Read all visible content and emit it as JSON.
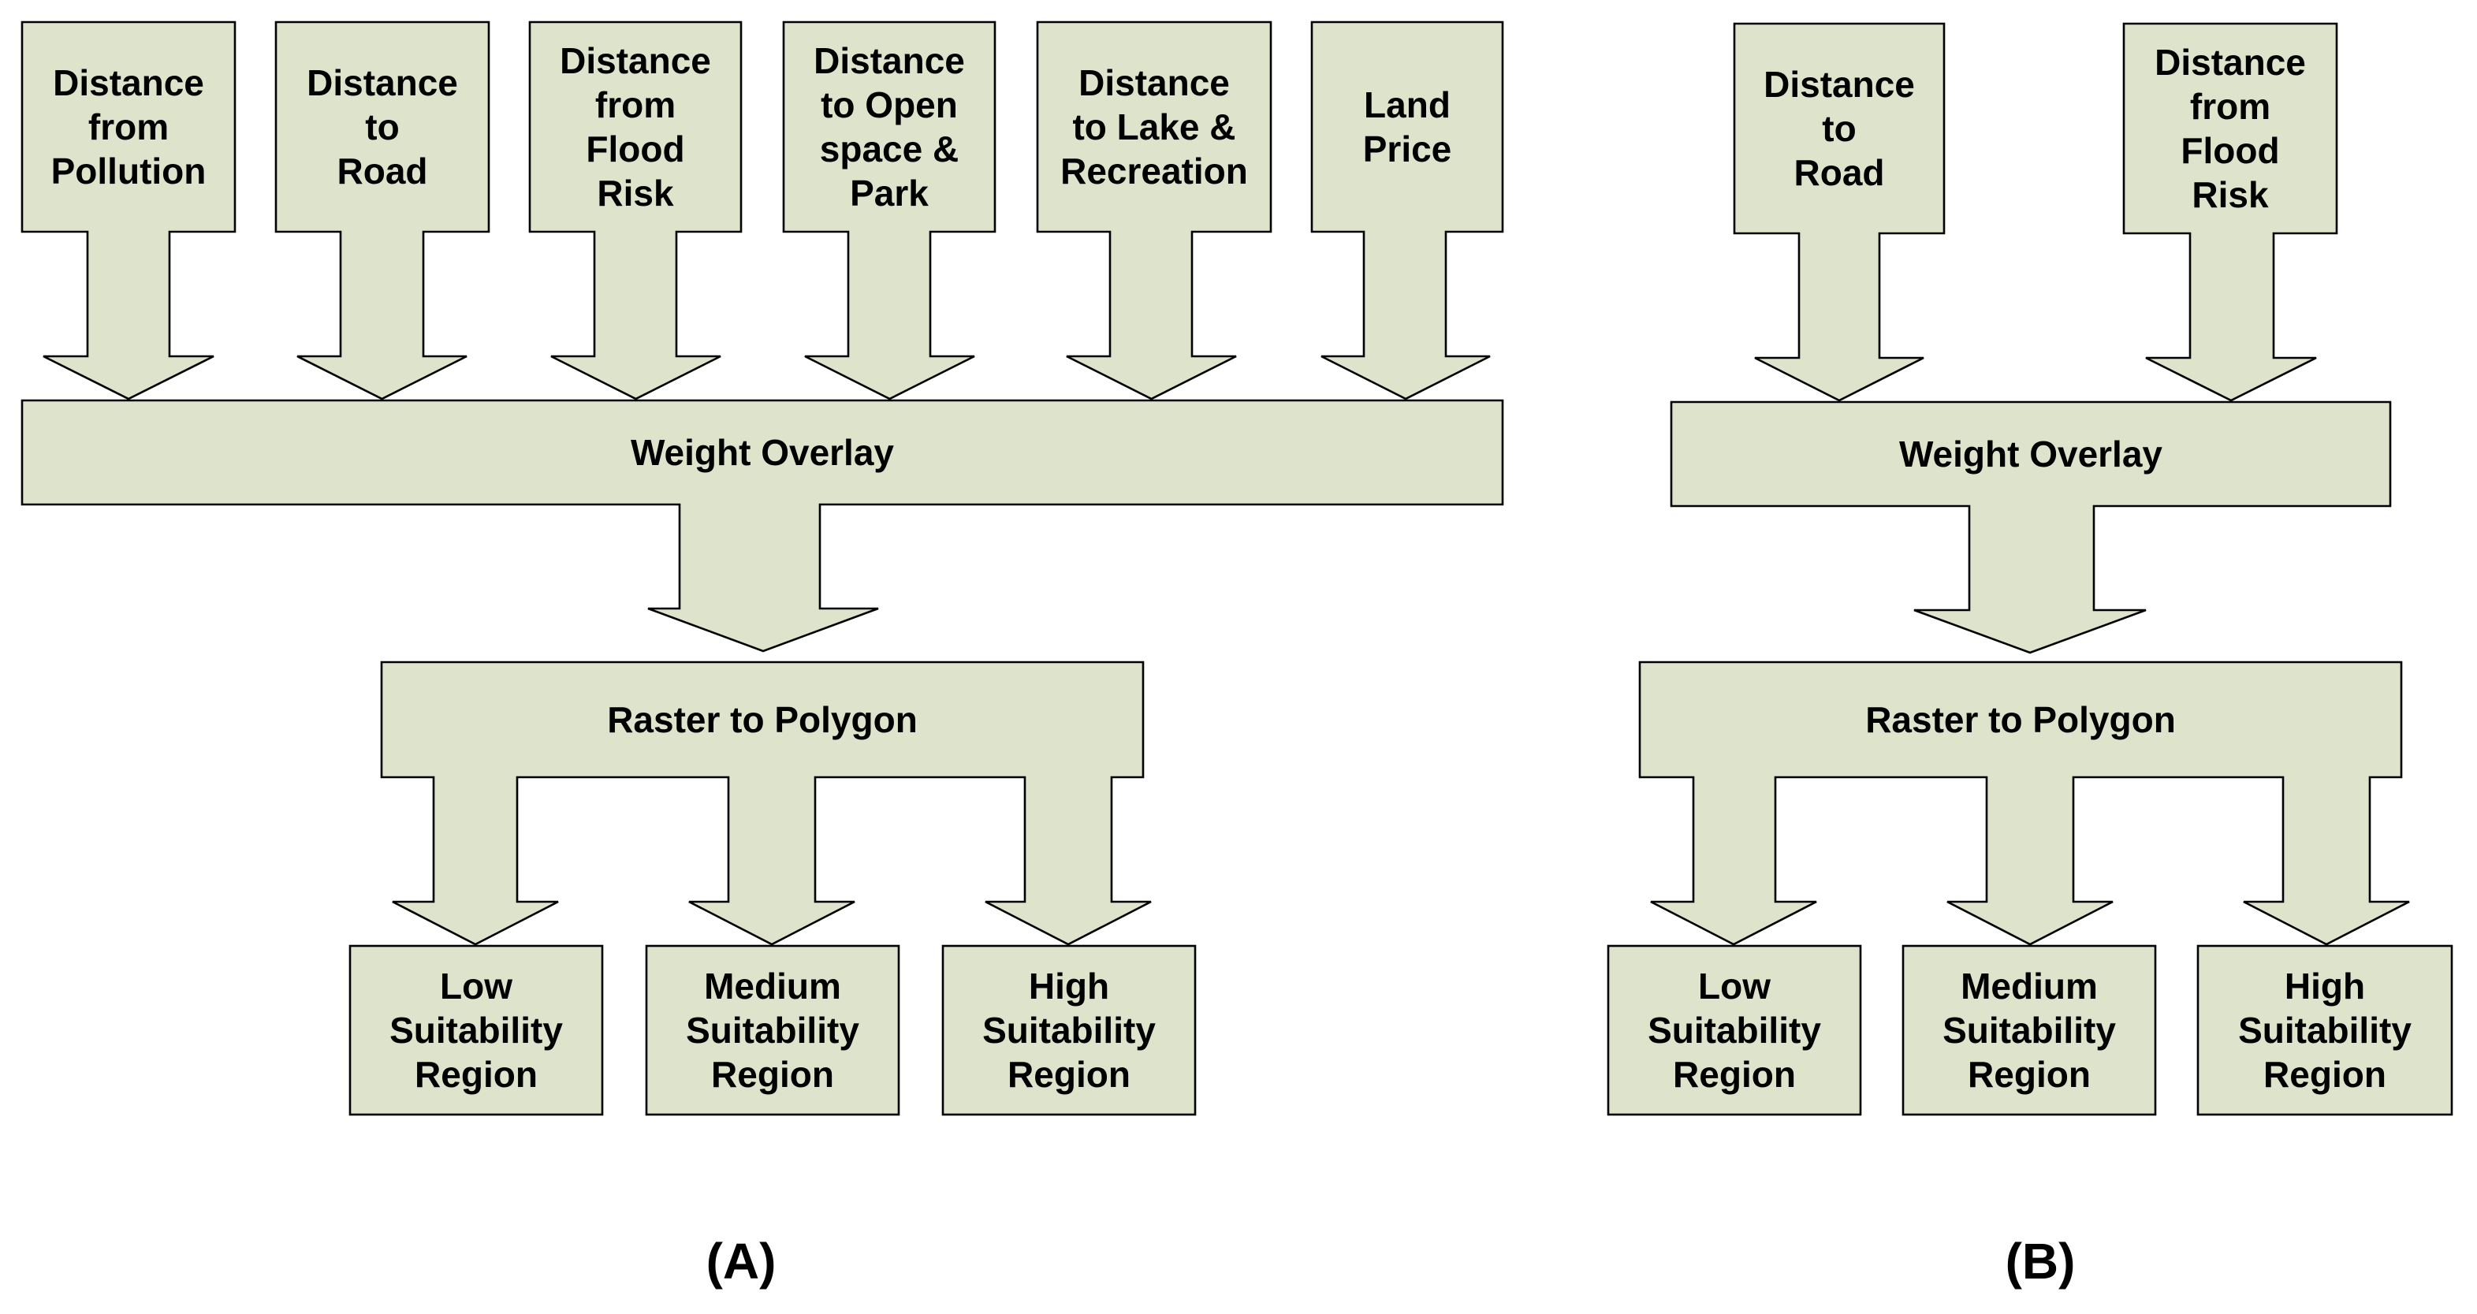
{
  "colors": {
    "fill": "#dee3cc",
    "stroke": "#000000",
    "text": "#000000"
  },
  "diagram_a": {
    "caption": "(A)",
    "inputs": [
      {
        "lines": [
          "Distance",
          "from",
          "Pollution"
        ]
      },
      {
        "lines": [
          "Distance",
          "to",
          "Road"
        ]
      },
      {
        "lines": [
          "Distance",
          "from",
          "Flood",
          "Risk"
        ]
      },
      {
        "lines": [
          "Distance",
          "to Open",
          "space &",
          "Park"
        ]
      },
      {
        "lines": [
          "Distance",
          "to Lake &",
          "Recreation"
        ]
      },
      {
        "lines": [
          "Land",
          "Price"
        ]
      }
    ],
    "overlay_label": "Weight Overlay",
    "polygon_label": "Raster to Polygon",
    "outputs": [
      {
        "lines": [
          "Low",
          "Suitability",
          "Region"
        ]
      },
      {
        "lines": [
          "Medium",
          "Suitability",
          "Region"
        ]
      },
      {
        "lines": [
          "High",
          "Suitability",
          "Region"
        ]
      }
    ]
  },
  "diagram_b": {
    "caption": "(B)",
    "inputs": [
      {
        "lines": [
          "Distance",
          "to",
          "Road"
        ]
      },
      {
        "lines": [
          "Distance",
          "from",
          "Flood",
          "Risk"
        ]
      }
    ],
    "overlay_label": "Weight Overlay",
    "polygon_label": "Raster to Polygon",
    "outputs": [
      {
        "lines": [
          "Low",
          "Suitability",
          "Region"
        ]
      },
      {
        "lines": [
          "Medium",
          "Suitability",
          "Region"
        ]
      },
      {
        "lines": [
          "High",
          "Suitability",
          "Region"
        ]
      }
    ]
  }
}
